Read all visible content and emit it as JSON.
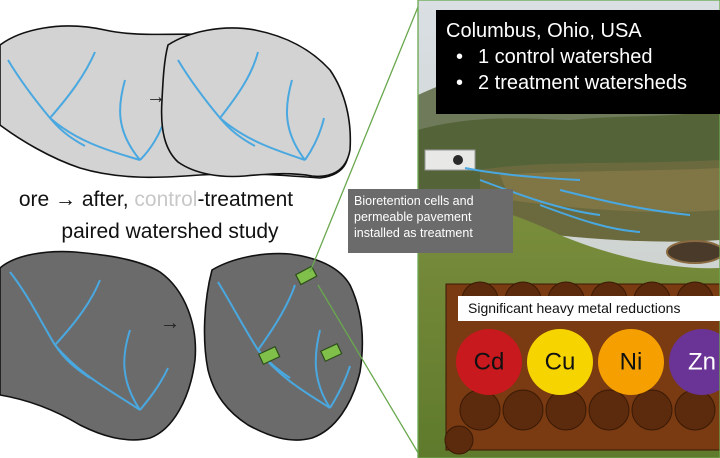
{
  "headings": {
    "line1_prefix": "ore → after, ",
    "line1_muted": "control",
    "line1_suffix": "-treatment",
    "line2": "paired watershed study"
  },
  "arrows": {
    "top": "→",
    "bottom": "→"
  },
  "caption": "Bioretention cells and permeable pavement installed as treatment",
  "info_box": {
    "location": "Columbus, Ohio, USA",
    "bullets": [
      "1 control watershed",
      "2 treatment watersheds"
    ]
  },
  "reductions": {
    "label": "Significant heavy metal reductions",
    "metals": [
      {
        "symbol": "Cd",
        "color": "#c8191e",
        "text_color": "#111111"
      },
      {
        "symbol": "Cu",
        "color": "#f5d400",
        "text_color": "#111111"
      },
      {
        "symbol": "Ni",
        "color": "#f5a000",
        "text_color": "#111111"
      },
      {
        "symbol": "Zn",
        "color": "#6a3496",
        "text_color": "#ffffff"
      }
    ]
  },
  "colors": {
    "control_watershed": "#d3d3d3",
    "treatment_watershed": "#6b6b6b",
    "stream": "#4aa8e0",
    "practice": "#7fbf4a",
    "zoom_line": "#6aa84f",
    "soil": "#7a3a12",
    "soil_ball": "#5c2a0c"
  }
}
